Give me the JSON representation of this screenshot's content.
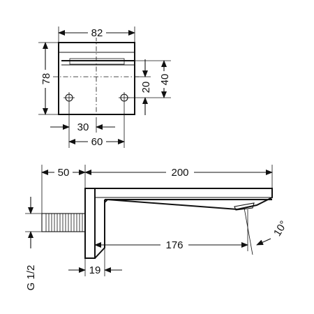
{
  "dimensions": {
    "front_width": "82",
    "front_height": "78",
    "slot_height": "40",
    "hole_offset": "20",
    "hole_spacing_inner": "30",
    "hole_spacing": "60",
    "wall_depth": "50",
    "spout_length": "200",
    "spout_inner_length": "176",
    "angle": "10°",
    "thread": "G 1/2",
    "flange_width": "19"
  }
}
